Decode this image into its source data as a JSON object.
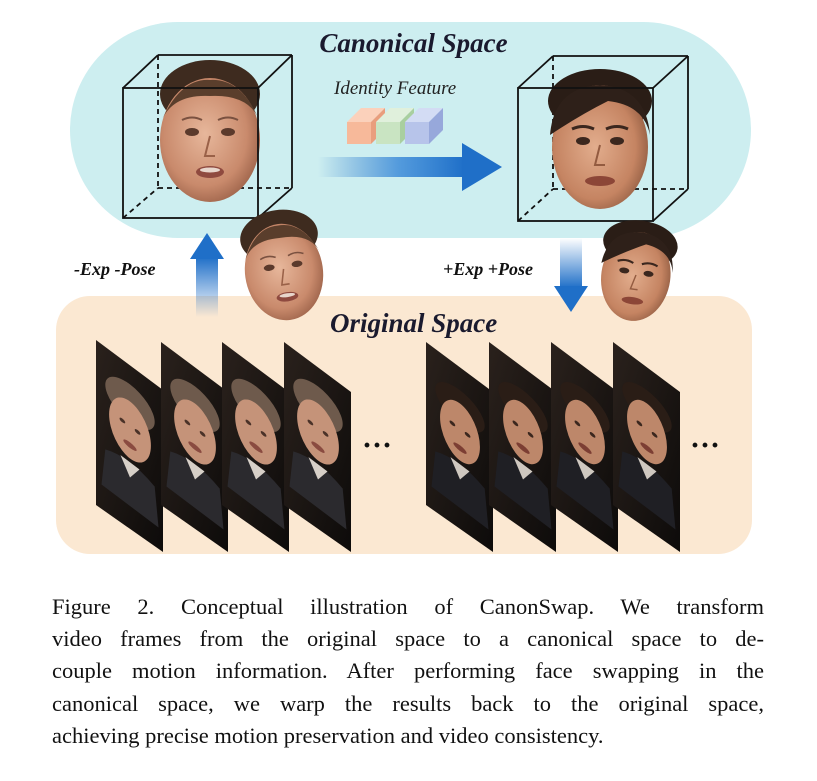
{
  "diagram": {
    "canonical_space_title": "Canonical Space",
    "original_space_title": "Original Space",
    "identity_feature_label": "Identity Feature",
    "inverse_transform_label": "-Exp -Pose",
    "forward_transform_label": "+Exp +Pose",
    "ellipsis": "···",
    "colors": {
      "canonical_panel": "#cdeef0",
      "original_panel": "#fbe8d2",
      "arrow_blue": "#1f6fc8",
      "feature_blocks": [
        "#f7b99a",
        "#c9e4c2",
        "#b7c4ea"
      ]
    },
    "icons": [
      "canonical-cube-icon",
      "identity-feature-icon",
      "arrow-right-icon",
      "arrow-up-icon",
      "arrow-down-icon",
      "face-icon",
      "video-frame-icon"
    ]
  },
  "caption": {
    "lines": [
      "Figure 2.  Conceptual illustration of CanonSwap.  We transform",
      "video frames from the original space to a canonical space to de-",
      "couple motion information. After performing face swapping in the",
      "canonical space, we warp the results back to the original space,",
      "achieving precise motion preservation and video consistency."
    ]
  }
}
